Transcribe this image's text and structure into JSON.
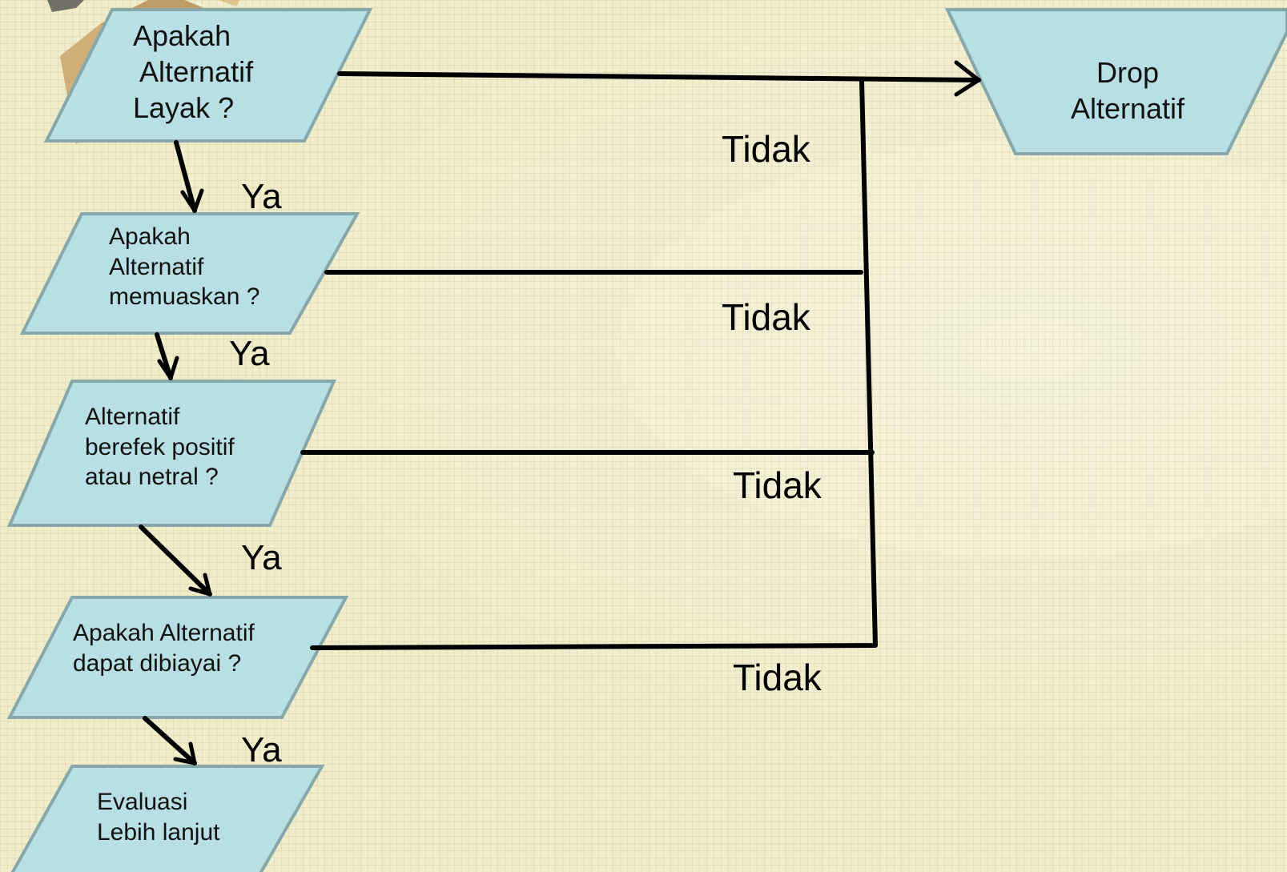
{
  "nodes": {
    "layak": {
      "lines": [
        "Apakah",
        "Alternatif",
        "Layak ?"
      ]
    },
    "memuaskan": {
      "lines": [
        "Apakah",
        "Alternatif",
        "memuaskan ?"
      ]
    },
    "berefek": {
      "lines": [
        "Alternatif",
        "berefek positif",
        "atau netral ?"
      ]
    },
    "dibiayai": {
      "lines": [
        "Apakah Alternatif",
        "dapat dibiayai ?"
      ]
    },
    "evaluasi": {
      "lines": [
        "Evaluasi",
        "Lebih lanjut"
      ]
    },
    "drop": {
      "lines": [
        "Drop",
        "Alternatif"
      ]
    }
  },
  "labels": {
    "ya": "Ya",
    "tidak": "Tidak"
  },
  "colors": {
    "node_fill": "#b8e0e4",
    "node_stroke": "#86a8ab",
    "connector": "#000000"
  }
}
